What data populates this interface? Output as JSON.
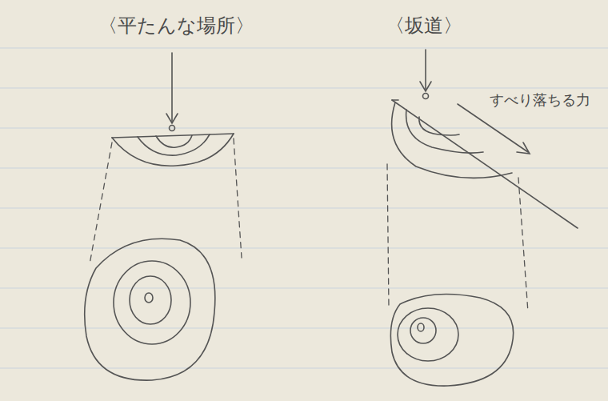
{
  "diagram": {
    "labels": [
      "〈平たんな場所〉",
      "〈坂道〉",
      "すべり落ちる力"
    ]
  }
}
